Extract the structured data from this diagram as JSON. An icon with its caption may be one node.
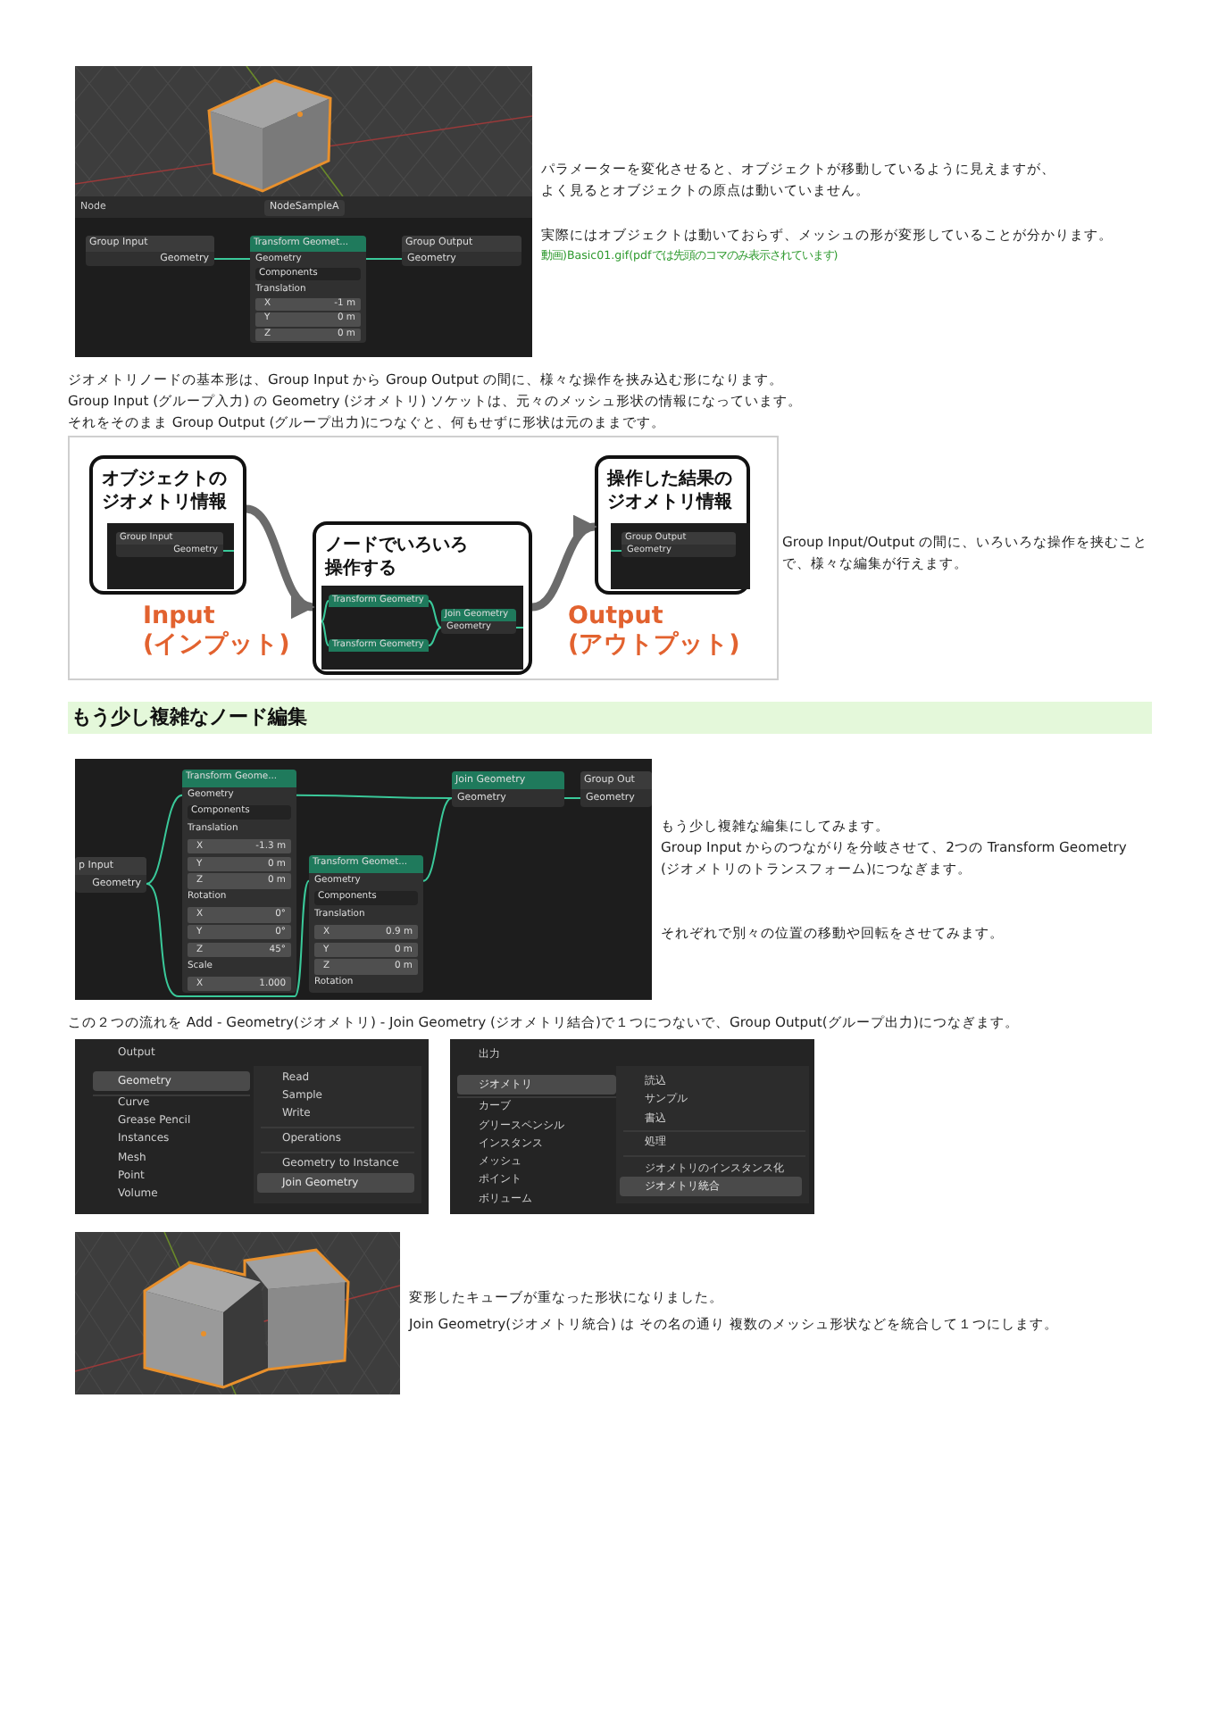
{
  "diagram": {
    "title": "もう少し複雑なノード編集",
    "nodes": [
      {
        "text": [
          "Group Input",
          "Geometry"
        ]
      },
      {
        "text": [
          "Transform Geomet...",
          "Geometry",
          "Components",
          "Translation",
          "X",
          "-1 m",
          "Y",
          "0 m",
          "Z",
          "0 m"
        ]
      },
      {
        "text": [
          "Group Output",
          "Geometry"
        ]
      },
      {
        "text": [
          "オブジェクトのジオメトリ情報"
        ],
        "beside": [
          "Input (インプット)"
        ]
      },
      {
        "text": [
          "Group Input",
          "Geometry"
        ],
        "in": 3
      },
      {
        "text": [
          "ノードでいろいろ操作する"
        ]
      },
      {
        "text": [
          "Transform Geometry"
        ],
        "in": 5
      },
      {
        "text": [
          "Transform Geometry"
        ],
        "in": 5
      },
      {
        "text": [
          "Join Geometry",
          "Geometry"
        ],
        "in": 5
      },
      {
        "text": [
          "操作した結果のジオメトリ情報"
        ],
        "beside": [
          "Output (アウトプット)"
        ]
      },
      {
        "text": [
          "Group Output",
          "Geometry"
        ],
        "in": 9
      },
      {
        "text": [
          "p Input",
          "Geometry"
        ]
      },
      {
        "text": [
          "Transform Geome...",
          "Geometry",
          "Components",
          "Translation",
          "X",
          "-1.3 m",
          "Y",
          "0 m",
          "Z",
          "0 m",
          "Rotation",
          "X",
          "0°",
          "Y",
          "0°",
          "Z",
          "45°",
          "Scale",
          "X",
          "1.000"
        ]
      },
      {
        "text": [
          "Transform Geomet...",
          "Geometry",
          "Components",
          "Translation",
          "X",
          "0.9 m",
          "Y",
          "0 m",
          "Z",
          "0 m",
          "Rotation"
        ]
      },
      {
        "text": [
          "Join Geometry",
          "Geometry"
        ]
      },
      {
        "text": [
          "Group Out",
          "Geometry"
        ]
      }
    ],
    "edges": [
      {
        "from": 0,
        "to": 1,
        "arrow": "none"
      },
      {
        "from": 1,
        "to": 2,
        "arrow": "none"
      },
      {
        "from": 3,
        "to": 5,
        "arrow": "to",
        "style": "thick",
        "color": "#6b6b6b"
      },
      {
        "from": 5,
        "to": 9,
        "arrow": "to",
        "style": "thick",
        "color": "#6b6b6b"
      },
      {
        "from": 4,
        "to": null,
        "arrow": "none"
      },
      {
        "from": null,
        "to": 6,
        "arrow": "none"
      },
      {
        "from": null,
        "to": 7,
        "arrow": "none"
      },
      {
        "from": 6,
        "to": 8,
        "arrow": "none"
      },
      {
        "from": 7,
        "to": 8,
        "arrow": "none"
      },
      {
        "from": 8,
        "to": null,
        "arrow": "none"
      },
      {
        "from": null,
        "to": 10,
        "arrow": "none"
      },
      {
        "from": 11,
        "to": 12,
        "arrow": "none"
      },
      {
        "from": 11,
        "to": 13,
        "arrow": "none"
      },
      {
        "from": 12,
        "to": 14,
        "arrow": "none"
      },
      {
        "from": 13,
        "to": 14,
        "arrow": "none"
      },
      {
        "from": 14,
        "to": 15,
        "arrow": "none"
      }
    ],
    "labels": [
      "Node",
      "NodeSampleA",
      "パラメーターを変化させると、オブジェクトが移動しているように見えますが、よく見るとオブジェクトの原点は動いていません。",
      "実際にはオブジェクトは動いておらず、メッシュの形が変形していることが分かります。",
      "動画)Basic01.gif(pdfでは先頭のコマのみ表示されています)",
      "ジオメトリノードの基本形は、Group Input から Group Output の間に、様々な操作を挟み込む形になります。",
      "Group Input (グループ入力) の Geometry (ジオメトリ) ソケットは、元々のメッシュ形状の情報になっています。",
      "それをそのまま Group Output (グループ出力)につなぐと、何もせずに形状は元のままです。",
      "Group Input/Output の間に、いろいろな操作を挟むことで、様々な編集が行えます。",
      "もう少し複雑な編集にしてみます。",
      "Group Input からのつながりを分岐させて、2つの Transform Geometry (ジオメトリのトランスフォーム)につなぎます。",
      "それぞれで別々の位置の移動や回転をさせてみます。",
      "この２つの流れを Add - Geometry(ジオメトリ) - Join Geometry (ジオメトリ結合)で１つにつないで、Group Output(グループ出力)につなぎます。",
      "Output",
      "Geometry",
      "Curve",
      "Grease Pencil",
      "Instances",
      "Mesh",
      "Point",
      "Volume",
      "Read",
      "Sample",
      "Write",
      "Operations",
      "Geometry to Instance",
      "Join Geometry",
      "出力",
      "ジオメトリ",
      "カーブ",
      "グリースペンシル",
      "インスタンス",
      "メッシュ",
      "ポイント",
      "ボリューム",
      "読込",
      "サンプル",
      "書込",
      "処理",
      "ジオメトリのインスタンス化",
      "ジオメトリ統合",
      "変形したキューブが重なった形状になりました。",
      "Join Geometry(ジオメトリ統合) は その名の通り 複数のメッシュ形状などを統合して１つにします。"
    ]
  }
}
